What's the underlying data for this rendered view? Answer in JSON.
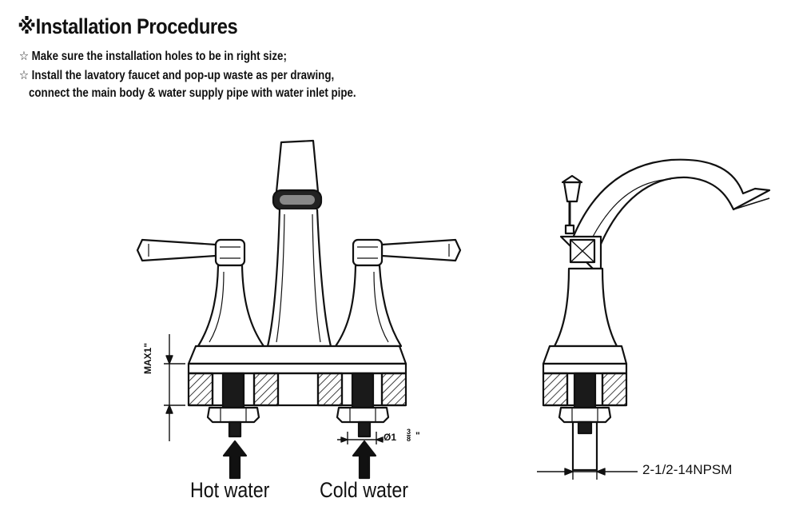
{
  "header": {
    "title": "※Installation Procedures"
  },
  "notes": [
    "☆ Make sure the installation holes to be in right size;",
    "☆ Install the lavatory faucet and pop-up waste as per drawing,",
    "connect the main body & water supply pipe with water inlet pipe."
  ],
  "front_view": {
    "hot_label": "Hot water",
    "cold_label": "Cold water",
    "max_dimension": "MAX1\"",
    "diameter_prefix": "Ø1",
    "diameter_frac_num": "3",
    "diameter_frac_den": "8",
    "diameter_suffix": "\""
  },
  "side_view": {
    "thread_label": "2-1/2-14NPSM"
  },
  "icons": [
    "up-arrow-icon",
    "dimension-arrow-icon"
  ]
}
